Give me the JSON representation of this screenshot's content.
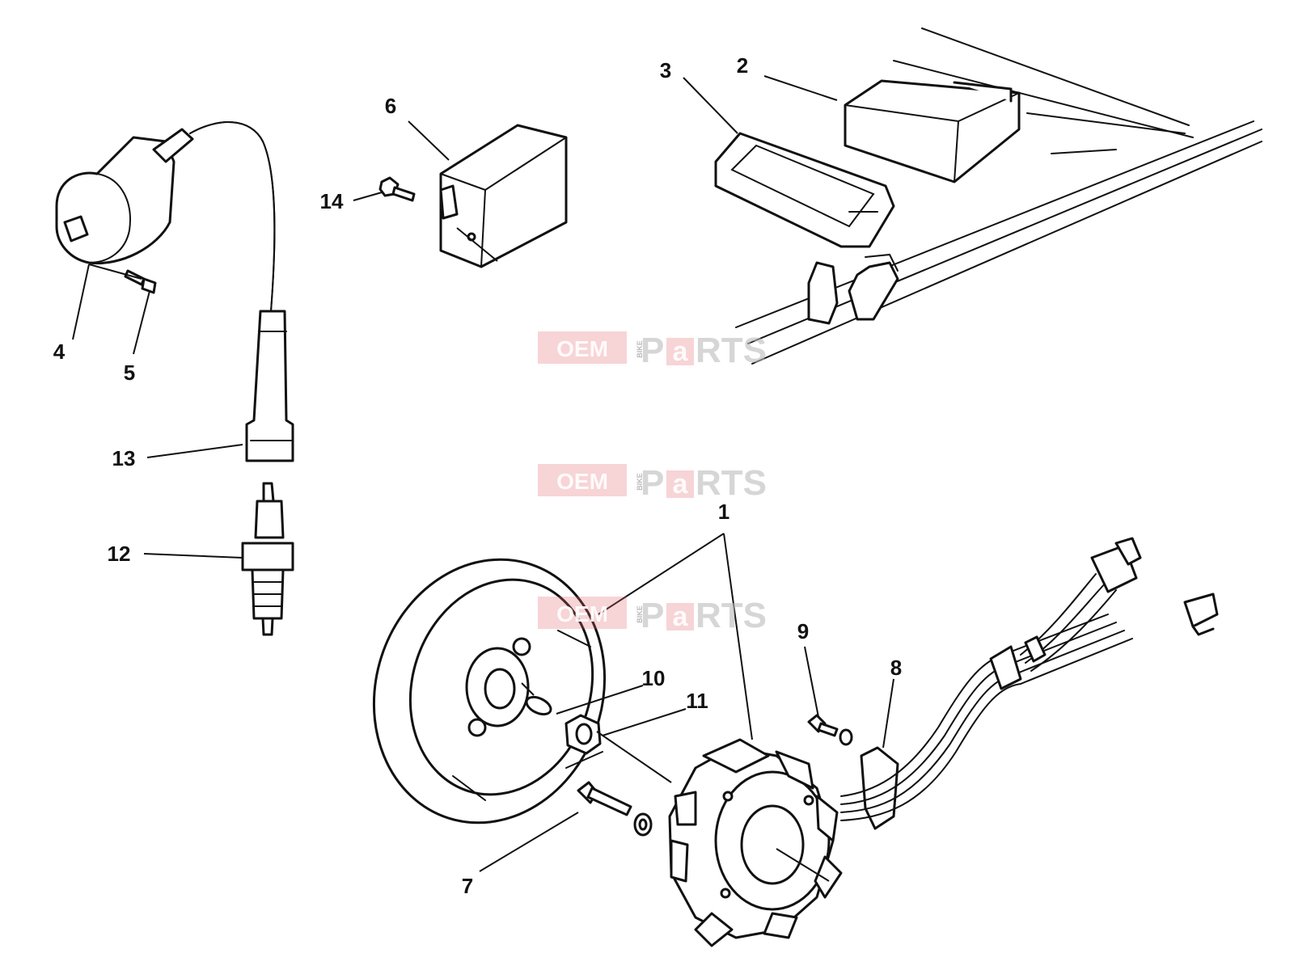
{
  "watermark": {
    "left": "OEM",
    "middle": "BIKE",
    "right_p": "P",
    "right_a": "a",
    "right_rest": "RTS",
    "color_red": "#e4636b",
    "color_grey": "#bbbbbb"
  },
  "callouts": {
    "c1": "1",
    "c2": "2",
    "c3": "3",
    "c4": "4",
    "c5": "5",
    "c6": "6",
    "c7": "7",
    "c8": "8",
    "c9": "9",
    "c10": "10",
    "c11": "11",
    "c12": "12",
    "c13": "13",
    "c14": "14"
  }
}
